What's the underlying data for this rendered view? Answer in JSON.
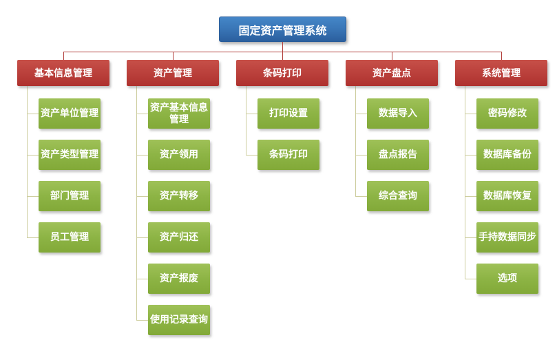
{
  "root": {
    "label": "固定资产管理系统"
  },
  "branches": [
    {
      "label": "基本信息管理",
      "children": [
        "资产单位管理",
        "资产类型管理",
        "部门管理",
        "员工管理"
      ]
    },
    {
      "label": "资产管理",
      "children": [
        "资产基本信息管理",
        "资产领用",
        "资产转移",
        "资产归还",
        "资产报废",
        "使用记录查询"
      ]
    },
    {
      "label": "条码打印",
      "children": [
        "打印设置",
        "条码打印"
      ]
    },
    {
      "label": "资产盘点",
      "children": [
        "数据导入",
        "盘点报告",
        "综合查询"
      ]
    },
    {
      "label": "系统管理",
      "children": [
        "密码修改",
        "数据库备份",
        "数据库恢复",
        "手持数据同步",
        "选项"
      ]
    }
  ],
  "colors": {
    "root_top": "#4486c8",
    "root_mid": "#3a77b8",
    "root_bottom": "#2b5f9e",
    "branch_top": "#c75049",
    "branch_bottom": "#ae312e",
    "leaf_top": "#9fc158",
    "leaf_mid": "#8db445",
    "leaf_bottom": "#82a938",
    "connector_red": "#b2403c",
    "connector_olive": "#cdcd9e"
  }
}
